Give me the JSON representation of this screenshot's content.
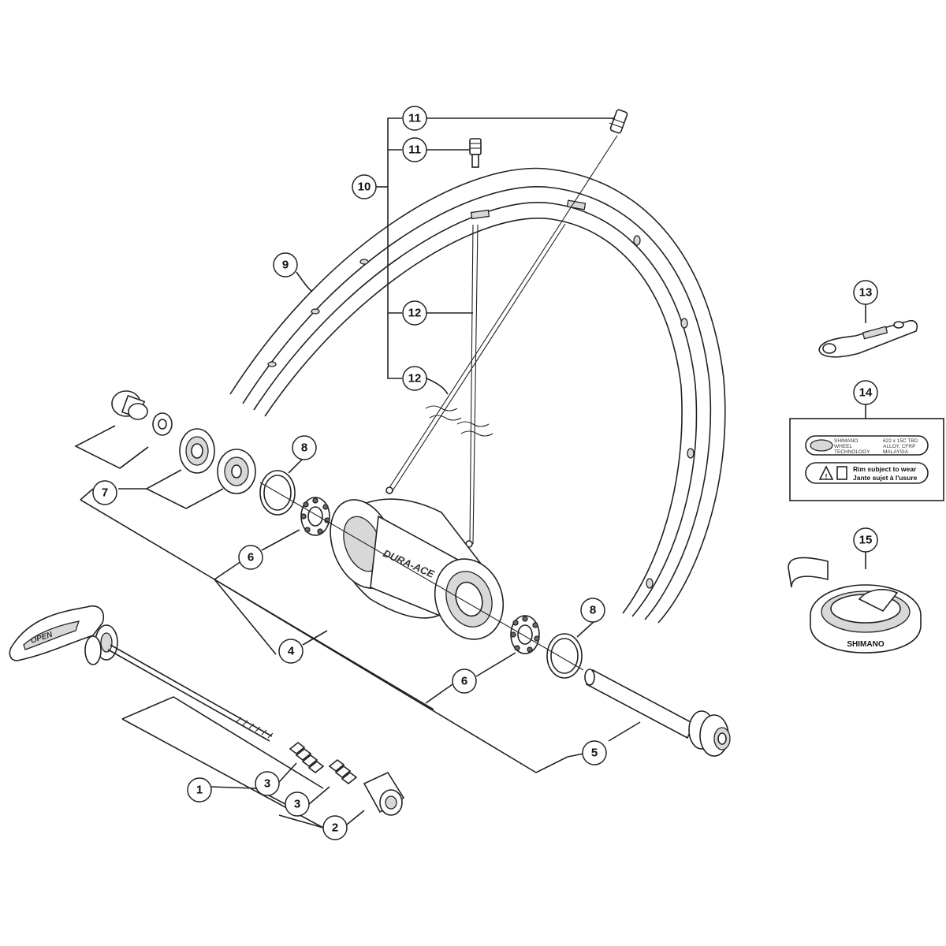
{
  "callouts": [
    {
      "id": "c11a",
      "label": "11"
    },
    {
      "id": "c11b",
      "label": "11"
    },
    {
      "id": "c10",
      "label": "10"
    },
    {
      "id": "c9",
      "label": "9"
    },
    {
      "id": "c12a",
      "label": "12"
    },
    {
      "id": "c12b",
      "label": "12"
    },
    {
      "id": "c13",
      "label": "13"
    },
    {
      "id": "c14",
      "label": "14"
    },
    {
      "id": "c15",
      "label": "15"
    },
    {
      "id": "c8a",
      "label": "8"
    },
    {
      "id": "c7",
      "label": "7"
    },
    {
      "id": "c6a",
      "label": "6"
    },
    {
      "id": "c4",
      "label": "4"
    },
    {
      "id": "c8b",
      "label": "8"
    },
    {
      "id": "c6b",
      "label": "6"
    },
    {
      "id": "c5",
      "label": "5"
    },
    {
      "id": "c1",
      "label": "1"
    },
    {
      "id": "c3a",
      "label": "3"
    },
    {
      "id": "c3b",
      "label": "3"
    },
    {
      "id": "c2",
      "label": "2"
    }
  ],
  "hub_logo": "DURA-ACE",
  "lever_logo": "OPEN",
  "decal": {
    "line1": "SHIMANO",
    "line2": "WHEEL",
    "line3": "TECHNOLOGY",
    "spec1": "622 x 15C TBD",
    "spec2": "ALLOY, CFRP",
    "spec3": "MALAYSIA",
    "warning_en": "Rim subject to wear",
    "warning_fr": "Jante sujet à l'usure"
  },
  "tape_brand": "SHIMANO"
}
